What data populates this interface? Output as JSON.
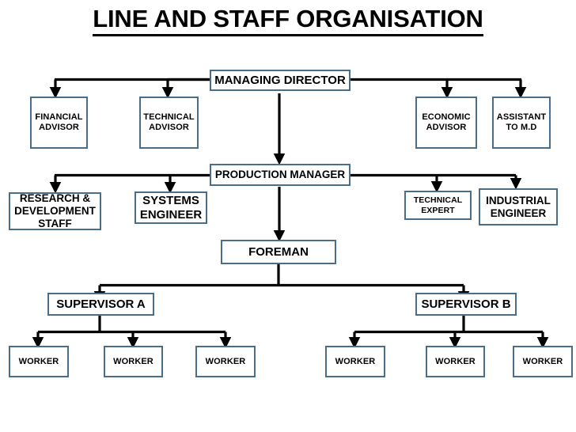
{
  "title": "LINE AND STAFF ORGANISATION",
  "colors": {
    "box_border": "#4a6e8a",
    "box_fill": "#ffffff",
    "connector": "#000000",
    "text": "#000000",
    "background": "#ffffff"
  },
  "chart_data": {
    "type": "diagram",
    "diagram_type": "organisation-chart",
    "title": "LINE AND STAFF ORGANISATION",
    "levels": [
      {
        "level": 1,
        "nodes": [
          "MANAGING DIRECTOR"
        ]
      },
      {
        "level": 2,
        "nodes": [
          "FINANCIAL ADVISOR",
          "TECHNICAL ADVISOR",
          "ECONOMIC ADVISOR",
          "ASSISTANT TO M.D"
        ]
      },
      {
        "level": 3,
        "nodes": [
          "PRODUCTION MANAGER"
        ]
      },
      {
        "level": 4,
        "nodes": [
          "RESEARCH & DEVELOPMENT STAFF",
          "SYSTEMS ENGINEER",
          "TECHNICAL EXPERT",
          "INDUSTRIAL ENGINEER"
        ]
      },
      {
        "level": 5,
        "nodes": [
          "FOREMAN"
        ]
      },
      {
        "level": 6,
        "nodes": [
          "SUPERVISOR A",
          "SUPERVISOR B"
        ]
      },
      {
        "level": 7,
        "nodes": [
          "WORKER",
          "WORKER",
          "WORKER",
          "WORKER",
          "WORKER",
          "WORKER"
        ]
      }
    ],
    "edges": [
      {
        "from": "MANAGING DIRECTOR",
        "to": "FINANCIAL ADVISOR"
      },
      {
        "from": "MANAGING DIRECTOR",
        "to": "TECHNICAL ADVISOR"
      },
      {
        "from": "MANAGING DIRECTOR",
        "to": "ECONOMIC ADVISOR"
      },
      {
        "from": "MANAGING DIRECTOR",
        "to": "ASSISTANT TO M.D"
      },
      {
        "from": "MANAGING DIRECTOR",
        "to": "PRODUCTION MANAGER"
      },
      {
        "from": "PRODUCTION MANAGER",
        "to": "RESEARCH & DEVELOPMENT STAFF"
      },
      {
        "from": "PRODUCTION MANAGER",
        "to": "SYSTEMS ENGINEER"
      },
      {
        "from": "PRODUCTION MANAGER",
        "to": "TECHNICAL EXPERT"
      },
      {
        "from": "PRODUCTION MANAGER",
        "to": "INDUSTRIAL ENGINEER"
      },
      {
        "from": "PRODUCTION MANAGER",
        "to": "FOREMAN"
      },
      {
        "from": "FOREMAN",
        "to": "SUPERVISOR A"
      },
      {
        "from": "FOREMAN",
        "to": "SUPERVISOR B"
      },
      {
        "from": "SUPERVISOR A",
        "to": "WORKER"
      },
      {
        "from": "SUPERVISOR B",
        "to": "WORKER"
      }
    ]
  },
  "nodes": {
    "managing_director": "MANAGING DIRECTOR",
    "financial_advisor_line1": "FINANCIAL",
    "financial_advisor_line2": "ADVISOR",
    "technical_advisor_line1": "TECHNICAL",
    "technical_advisor_line2": "ADVISOR",
    "economic_advisor_line1": "ECONOMIC",
    "economic_advisor_line2": "ADVISOR",
    "assistant_md_line1": "ASSISTANT",
    "assistant_md_line2": "TO M.D",
    "production_manager": "PRODUCTION MANAGER",
    "rnd_staff_line1": "RESEARCH &",
    "rnd_staff_line2": "DEVELOPMENT",
    "rnd_staff_line3": "STAFF",
    "systems_engineer_line1": "SYSTEMS",
    "systems_engineer_line2": "ENGINEER",
    "technical_expert_line1": "TECHNICAL",
    "technical_expert_line2": "EXPERT",
    "industrial_engineer_line1": "INDUSTRIAL",
    "industrial_engineer_line2": "ENGINEER",
    "foreman": "FOREMAN",
    "supervisor_a": "SUPERVISOR A",
    "supervisor_b": "SUPERVISOR B",
    "worker_1": "WORKER",
    "worker_2": "WORKER",
    "worker_3": "WORKER",
    "worker_4": "WORKER",
    "worker_5": "WORKER",
    "worker_6": "WORKER"
  }
}
